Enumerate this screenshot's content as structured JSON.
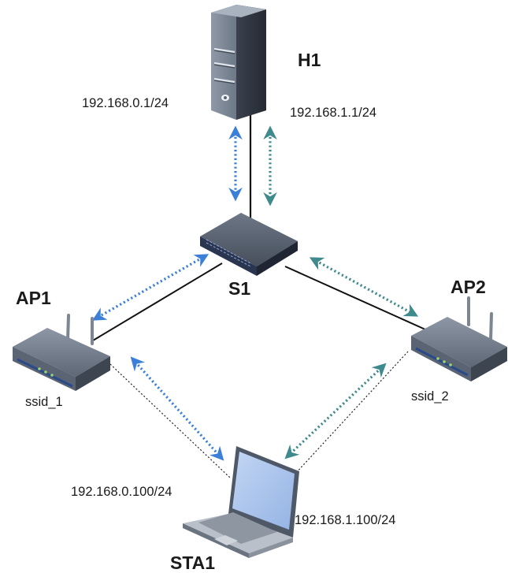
{
  "nodes": {
    "h1": {
      "label": "H1",
      "ip_left": "192.168.0.1/24",
      "ip_right": "192.168.1.1/24"
    },
    "s1": {
      "label": "S1"
    },
    "ap1": {
      "label": "AP1",
      "ssid": "ssid_1"
    },
    "ap2": {
      "label": "AP2",
      "ssid": "ssid_2"
    },
    "sta1": {
      "label": "STA1",
      "ip_left": "192.168.0.100/24",
      "ip_right": "192.168.1.100/24"
    }
  },
  "colors": {
    "blue_arrow": "#3b7fd8",
    "teal_arrow": "#3f8a8c",
    "link": "#111111",
    "device_body": "#5d6775",
    "server_body": "#6a7585",
    "laptop_screen": "#a9c4ec"
  },
  "icons": [
    "server-icon",
    "switch-icon",
    "router-icon",
    "laptop-icon"
  ]
}
